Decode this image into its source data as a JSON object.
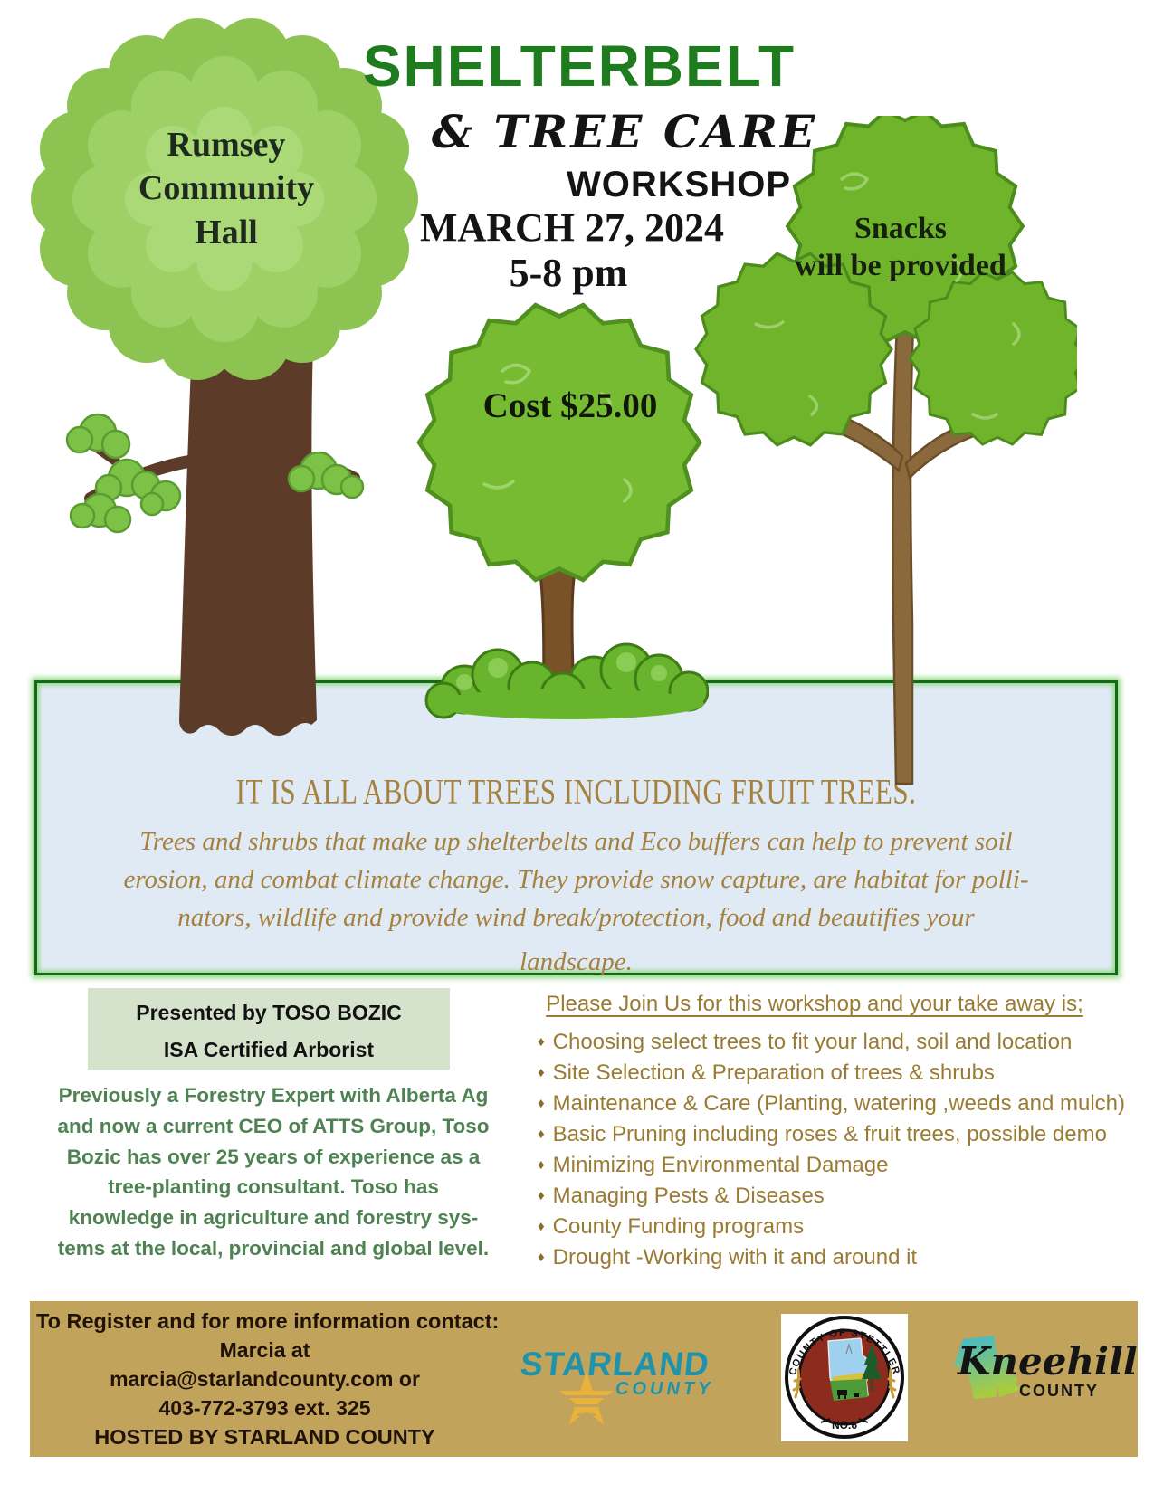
{
  "header": {
    "title": "SHELTERBELT",
    "subtitle": "& TREE CARE",
    "subtitle2": "WORKSHOP",
    "date": "MARCH 27, 2024",
    "time": "5-8 pm"
  },
  "labels": {
    "location_lines": [
      "Rumsey",
      "Community",
      "Hall"
    ],
    "snacks_lines": [
      "Snacks",
      "will be provided"
    ],
    "cost": "Cost $25.00"
  },
  "info_box": {
    "heading": "IT IS ALL ABOUT TREES INCLUDING FRUIT TREES.",
    "body_lines": [
      "Trees and shrubs that make up shelterbelts and Eco buffers can help to prevent soil",
      "erosion, and combat climate change. They provide snow capture, are habitat for polli-",
      "nators, wildlife and provide wind break/protection, food and beautifies  your"
    ],
    "last_line": "landscape."
  },
  "presenter": {
    "line1": "Presented by TOSO BOZIC",
    "line2": "ISA Certified Arborist",
    "bio_lines": [
      "Previously a Forestry Expert with Alberta Ag",
      "and now a current CEO of ATTS Group, Toso",
      "Bozic has over 25 years of experience as a",
      "tree-planting consultant. Toso has",
      "knowledge in agriculture and forestry sys-",
      "tems at the local, provincial and global level."
    ]
  },
  "takeaway": {
    "heading": "Please Join Us for this workshop and your take away is;",
    "bullet": "♦",
    "items": [
      "Choosing select trees to fit your land, soil and location",
      "Site Selection & Preparation of trees & shrubs",
      "Maintenance & Care (Planting, watering ,weeds and mulch)",
      "Basic Pruning including roses & fruit trees, possible demo",
      "Minimizing Environmental Damage",
      "Managing Pests & Diseases",
      "County Funding programs",
      "Drought -Working with it and around it"
    ]
  },
  "footer": {
    "contact_lines": [
      "To Register and for more information contact:",
      "Marcia at",
      "marcia@starlandcounty.com or",
      "403-772-3793 ext. 325",
      "HOSTED BY STARLAND COUNTY"
    ],
    "logos": {
      "starland": {
        "name": "STARLAND",
        "sub": "COUNTY"
      },
      "stettler": {
        "arc": "COUNTY OF STETTLER",
        "no": "NO.6"
      },
      "kneehill": {
        "name": "Kneehill",
        "sub": "COUNTY"
      }
    }
  },
  "colors": {
    "title_green": "#1E7C1E",
    "text_black": "#141414",
    "gold_text": "#9A7B33",
    "box_gold": "#A6813E",
    "box_bg": "#E0EAF4",
    "box_border": "#15691B",
    "box_glow": "#8FD880",
    "bio_green": "#4E8253",
    "presenter_bg": "#D6E3CC",
    "footer_bar": "#C2A35B",
    "canopy_light_green": "#8CC351",
    "canopy_bright_green": "#77BB33",
    "trunk_dark_brown": "#5C3C28",
    "trunk_mid_brown": "#7A5229",
    "trunk_light_brown": "#8A693C",
    "starland_teal": "#1F93AB",
    "star_gold": "#E8B23B",
    "seal_red": "#8D2B1E",
    "kneehill_green": "#A9CC3F"
  }
}
